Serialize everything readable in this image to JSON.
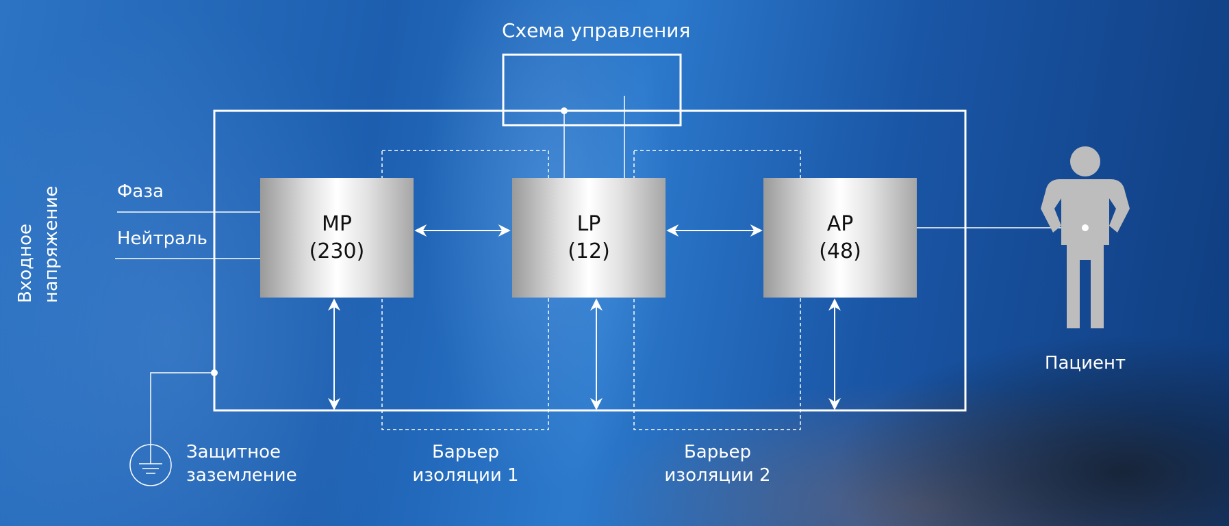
{
  "diagram": {
    "control_label": "Схема управления",
    "input_voltage": [
      "Входное",
      "напряжение"
    ],
    "phase_label": "Фаза",
    "neutral_label": "Нейтраль",
    "ground_label": [
      "Защитное",
      "заземление"
    ],
    "barrier1_label": [
      "Барьер",
      "изоляции 1"
    ],
    "barrier2_label": [
      "Барьер",
      "изоляции 2"
    ],
    "patient_label": "Пациент",
    "blocks": [
      {
        "name": "MP",
        "value": "(230)"
      },
      {
        "name": "LP",
        "value": "(12)"
      },
      {
        "name": "AP",
        "value": "(48)"
      }
    ]
  },
  "colors": {
    "line": "#ffffff",
    "block_text": "#111111",
    "patient_figure": "#bdbdbd"
  }
}
